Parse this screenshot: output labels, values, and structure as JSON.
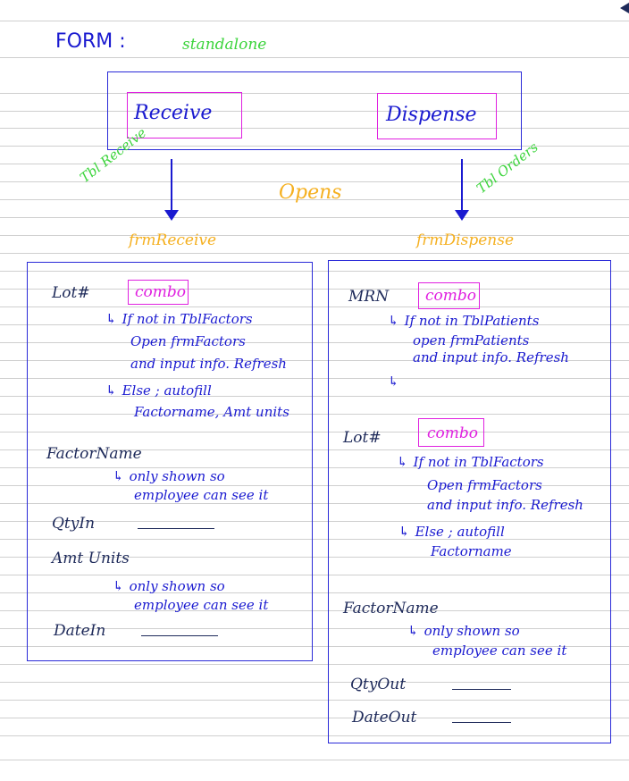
{
  "header": {
    "form_label": "FORM :",
    "form_type": "standalone"
  },
  "top_box": {
    "receive": "Receive",
    "dispense": "Dispense"
  },
  "connectors": {
    "left_table": "Tbl Receive",
    "right_table": "Tbl Orders",
    "opens": "Opens",
    "left_form": "frmReceive",
    "right_form": "frmDispense"
  },
  "receive_form": {
    "lot_label": "Lot#",
    "lot_combo": "combo",
    "lot_note1": "If not in TblFactors",
    "lot_note2": "Open frmFactors",
    "lot_note3": "and input info. Refresh",
    "lot_else1": "Else ; autofill",
    "lot_else2": "Factorname, Amt units",
    "factor_label": "FactorName",
    "factor_note1": "only shown so",
    "factor_note2": "employee can see it",
    "qty_label": "QtyIn",
    "amt_label": "Amt Units",
    "amt_note1": "only shown so",
    "amt_note2": "employee can see it",
    "date_label": "DateIn"
  },
  "dispense_form": {
    "mrn_label": "MRN",
    "mrn_combo": "combo",
    "mrn_note1": "If not in TblPatients",
    "mrn_note2": "open frmPatients",
    "mrn_note3": "and input info. Refresh",
    "lot_label": "Lot#",
    "lot_combo": "combo",
    "lot_note1": "If not in TblFactors",
    "lot_note2": "Open frmFactors",
    "lot_note3": "and input info. Refresh",
    "lot_else1": "Else ; autofill",
    "lot_else2": "Factorname",
    "factor_label": "FactorName",
    "factor_note1": "only shown so",
    "factor_note2": "employee can see it",
    "qty_label": "QtyOut",
    "date_label": "DateOut"
  }
}
